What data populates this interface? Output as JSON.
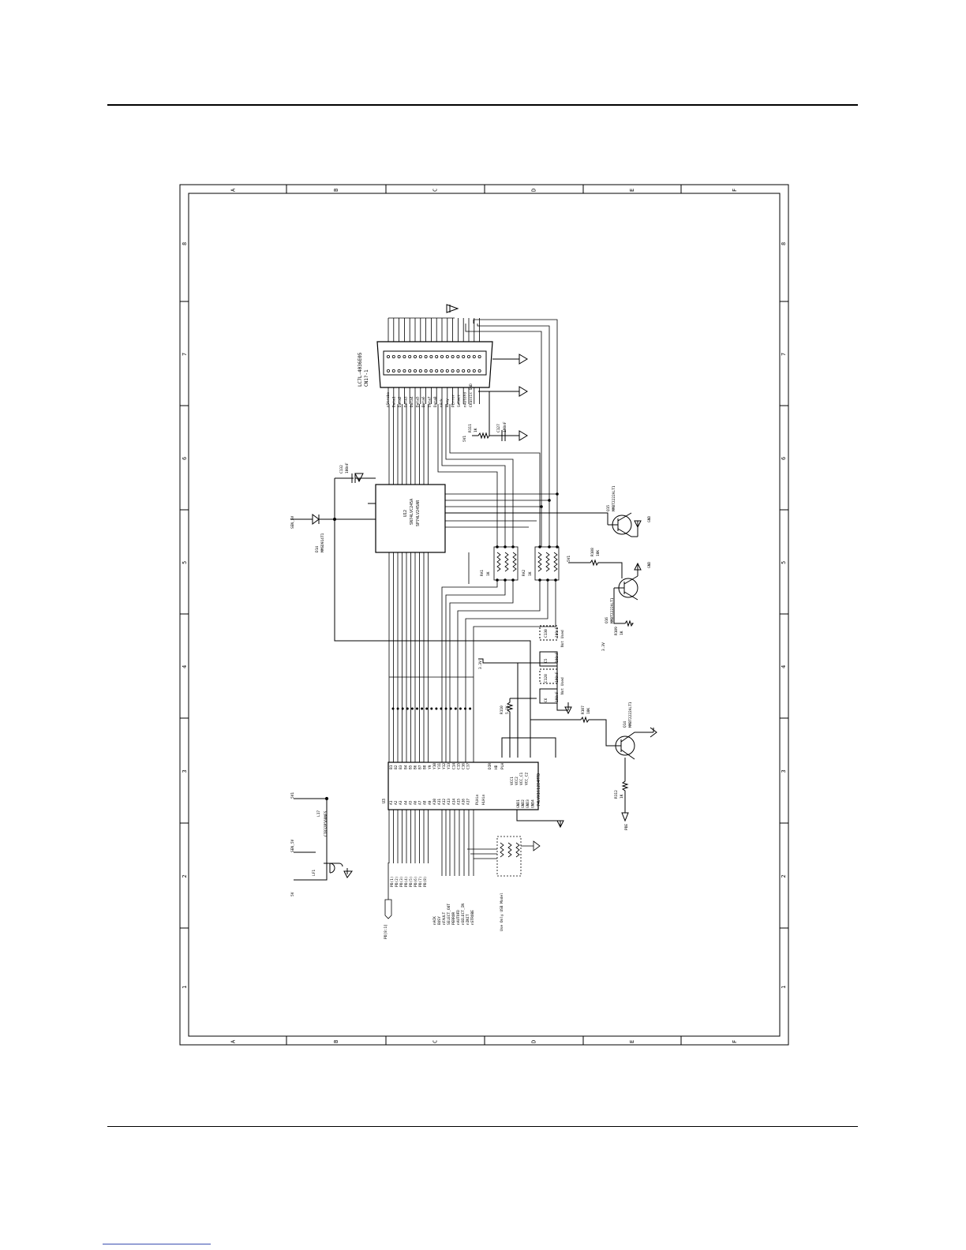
{
  "frame": {
    "cols": [
      "A",
      "B",
      "C",
      "D",
      "E",
      "F"
    ],
    "rows": [
      "8",
      "7",
      "6",
      "5",
      "4",
      "3",
      "2",
      "1"
    ]
  },
  "connector": {
    "ref": "CN1?-1",
    "part": "LC7L-4036E05",
    "signals": [
      "nStrobe",
      "Data1",
      "Data2",
      "Data3",
      "Data4",
      "Data5",
      "Data6",
      "Data7",
      "Data8",
      "nAck",
      "Busy",
      "PError",
      "Select",
      "nAutoFd",
      "Chassis GND"
    ]
  },
  "buffer_u12": {
    "ref": "U12",
    "part": "SN74LVC245A",
    "alt": "SP74LV245AR"
  },
  "level_shift_u3": {
    "ref": "U3",
    "part": "74LVX161284MTD",
    "pins_left": [
      "A1",
      "A2",
      "A3",
      "A4",
      "A5",
      "A6",
      "A7",
      "A8",
      "A9",
      "A10",
      "A11",
      "A12",
      "A13",
      "A14",
      "A15",
      "A16",
      "A17"
    ],
    "pins_right": [
      "B1",
      "B2",
      "B3",
      "B4",
      "B5",
      "B6",
      "B7",
      "B8",
      "Y9",
      "Y10",
      "Y11",
      "Y12",
      "Y13",
      "C14",
      "C15",
      "C16",
      "C17"
    ],
    "pin_bottom": [
      "GND1",
      "GND2",
      "GND3",
      "GND4"
    ],
    "pin_vcc": [
      "VCC1",
      "VCC2",
      "VCC_C1",
      "VCC_C2"
    ],
    "ctrl": [
      "PLHin",
      "HLHin",
      "DIR",
      "HD",
      "PLH"
    ]
  },
  "parts": {
    "d14": "D14",
    "d14_part": "MMSD914T1",
    "c132": "C132",
    "c132_val": "100nF",
    "c127": "C127",
    "c127_val": "100nF",
    "r111": "R111",
    "r111_val": "1K",
    "r108": "R108",
    "r108_val": "10K",
    "r109": "R109",
    "r109_val": "1K",
    "r110": "R110",
    "r110_val": "5.1K",
    "r107": "R107",
    "r107_val": "10K",
    "r112": "R112",
    "r112_val": "1K",
    "q15": "Q15",
    "q15_part": "MMBT2222ALT1",
    "q16": "Q16",
    "q16_part": "MMBT2222ALT1",
    "q14": "Q14",
    "q14_part": "MMBT2222ALT1",
    "ra1": "RA1",
    "ra2": "RA2",
    "ra_val": "1K",
    "l17": "L17",
    "l17_part": "CIB32P560NES",
    "lf1": "LF1",
    "c130": "C130",
    "c130_val": "100nF",
    "c5": "C5",
    "c5_val": "100nF",
    "c128": "C128",
    "c128_val": "100nF",
    "c6": "C6",
    "c6_val": "100nF",
    "not_used": "Not Used",
    "use_only": "Use Only USB Model"
  },
  "nets": {
    "sen5v": "SEN_5V",
    "v5": "5V1",
    "v33": "3.3V",
    "gnd": "GND",
    "pdin": "PD[8:1]",
    "pde": "PDE",
    "five": "5V"
  },
  "ctrl_signals": [
    "nACK",
    "BUSY",
    "nFAULT",
    "SELECT_OUT",
    "PERROR",
    "nAUTOFD",
    "nSELECT_IN",
    "nINIT",
    "nSTROBE"
  ]
}
